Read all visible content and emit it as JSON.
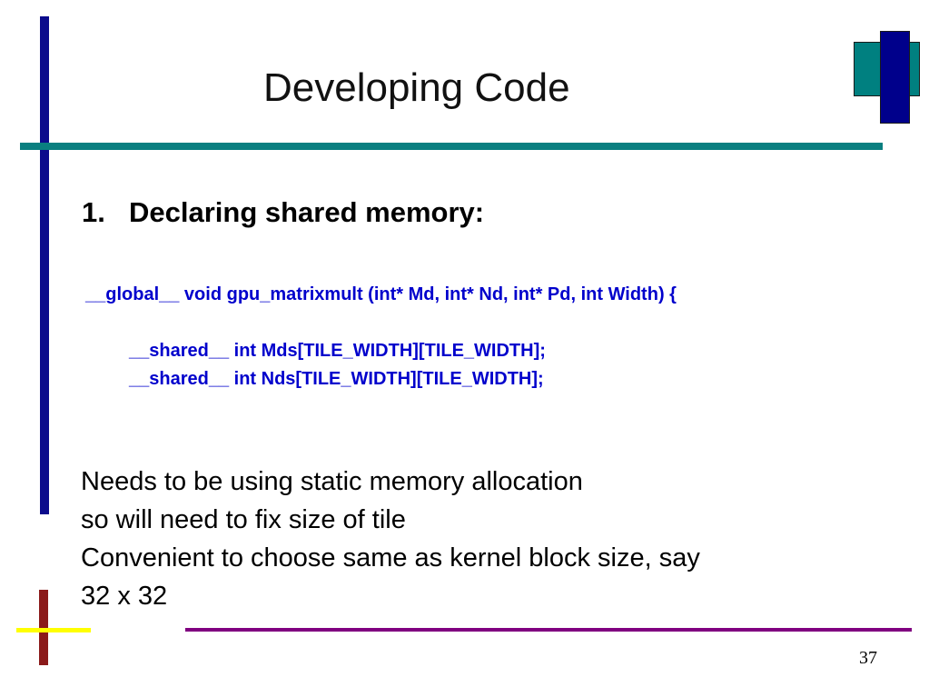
{
  "slide": {
    "title": "Developing Code",
    "item_number": "1.",
    "item_heading": "Declaring shared memory:",
    "code_lines": [
      "__global__ void gpu_matrixmult (int* Md, int* Nd, int* Pd, int Width) {",
      "__shared__ int Mds[TILE_WIDTH][TILE_WIDTH];",
      "__shared__ int Nds[TILE_WIDTH][TILE_WIDTH];"
    ],
    "body_lines": [
      "Needs to be using static memory allocation",
      "so will need to fix size of tile",
      "Convenient to choose same as kernel block size, say",
      "32 x 32"
    ],
    "page_number": "37"
  },
  "colors": {
    "left_bar": "#0b0b8c",
    "top_rule": "#0a7f80",
    "code_text": "#0000cc",
    "bottom_rule": "#800080",
    "bottom_red_bar": "#8b1a1a",
    "bottom_yellow": "#ffff00"
  }
}
